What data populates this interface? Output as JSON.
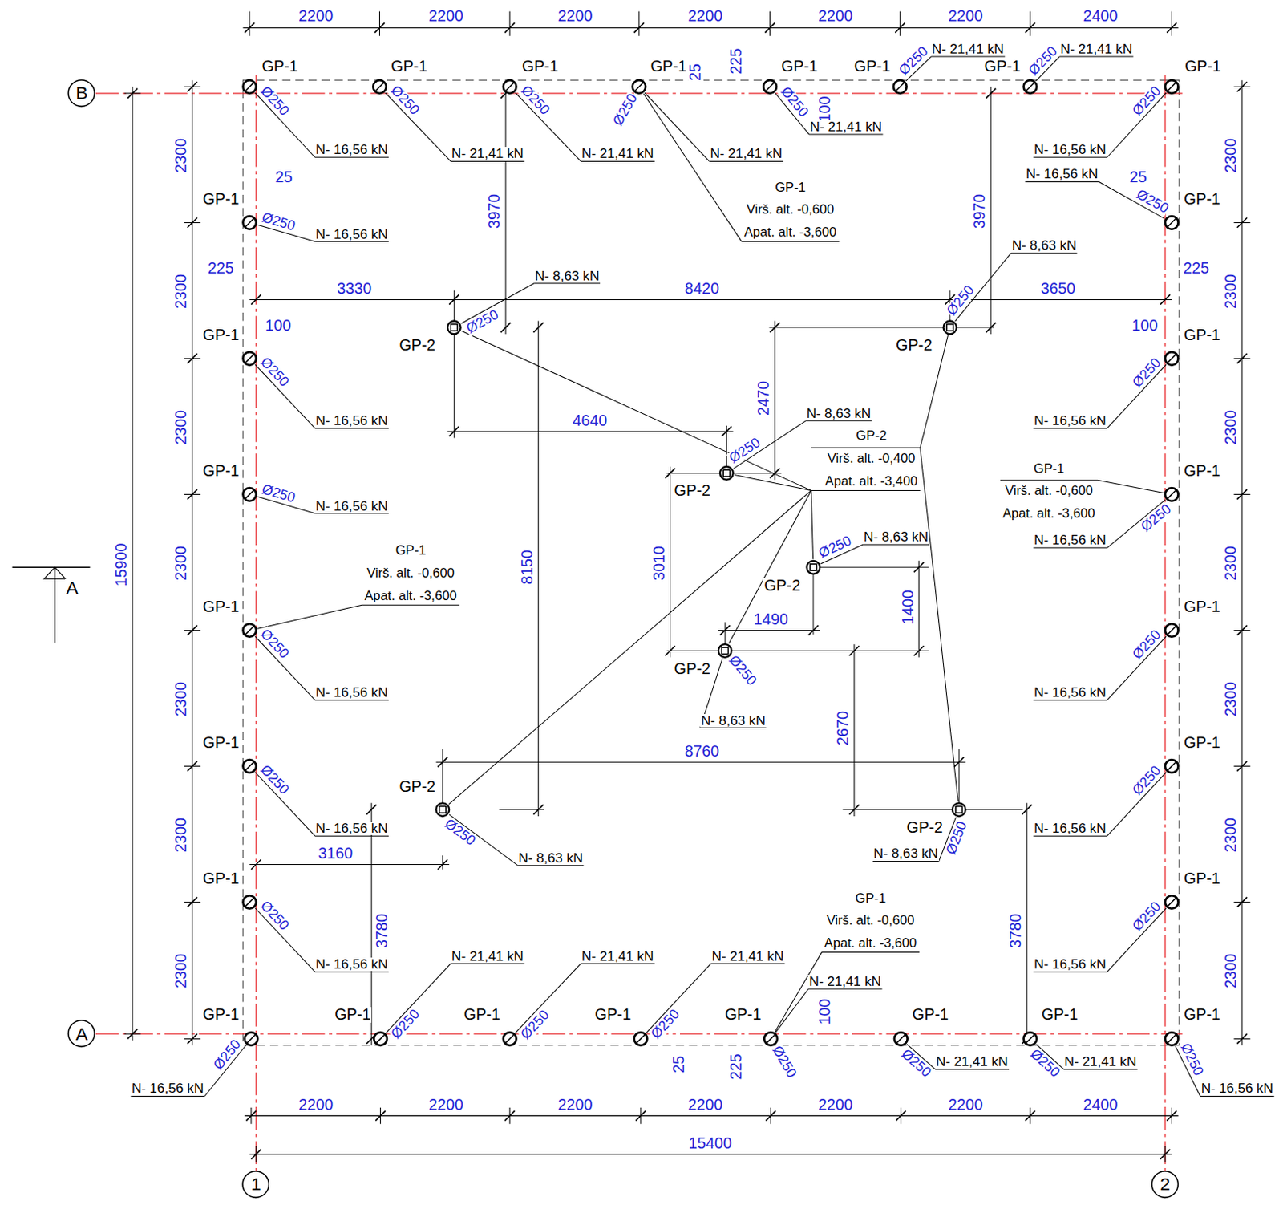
{
  "diagram": {
    "nodes": [
      {
        "text": [
          "B"
        ]
      },
      {
        "text": [
          "A"
        ]
      },
      {
        "text": [
          "1"
        ]
      },
      {
        "text": [
          "2"
        ]
      }
    ],
    "labels": [
      "2200",
      "2200",
      "2200",
      "2200",
      "2200",
      "2200",
      "2400",
      "2200",
      "2200",
      "2200",
      "2200",
      "2200",
      "2200",
      "2400",
      "15400",
      "2300",
      "2300",
      "2300",
      "2300",
      "2300",
      "2300",
      "2300",
      "2300",
      "2300",
      "2300",
      "2300",
      "2300",
      "2300",
      "2300",
      "15900",
      "25",
      "225",
      "100",
      "3330",
      "8420",
      "3650",
      "25",
      "225",
      "100",
      "3970",
      "3970",
      "225",
      "25",
      "100",
      "4640",
      "2470",
      "3010",
      "8150",
      "1490",
      "1400",
      "2670",
      "8760",
      "3160",
      "3780",
      "3780",
      "25",
      "100",
      "225",
      "GP-1",
      "GP-1",
      "GP-1",
      "GP-1",
      "GP-1",
      "GP-1",
      "GP-1",
      "GP-1",
      "GP-1",
      "GP-1",
      "GP-1",
      "GP-1",
      "GP-1",
      "GP-1",
      "GP-1",
      "GP-1",
      "GP-1",
      "GP-1",
      "GP-1",
      "GP-1",
      "GP-1",
      "GP-1",
      "GP-1",
      "GP-1",
      "GP-1",
      "GP-1",
      "GP-1",
      "GP-1",
      "GP-2",
      "GP-2",
      "GP-2",
      "GP-2",
      "GP-2",
      "GP-2",
      "GP-2",
      "Ø250",
      "Ø250",
      "Ø250",
      "Ø250",
      "Ø250",
      "Ø250",
      "Ø250",
      "Ø250",
      "Ø250",
      "Ø250",
      "Ø250",
      "Ø250",
      "Ø250",
      "Ø250",
      "Ø250",
      "Ø250",
      "Ø250",
      "Ø250",
      "Ø250",
      "Ø250",
      "Ø250",
      "Ø250",
      "Ø250",
      "Ø250",
      "Ø250",
      "Ø250",
      "Ø250",
      "Ø250",
      "Ø250",
      "Ø250",
      "Ø250",
      "Ø250",
      "Ø250",
      "Ø250",
      "Ø250",
      "N- 16,56 kN",
      "N- 16,56 kN",
      "N- 16,56 kN",
      "N- 16,56 kN",
      "N- 16,56 kN",
      "N- 16,56 kN",
      "N- 16,56 kN",
      "N- 21,41 kN",
      "N- 21,41 kN",
      "N- 21,41 kN",
      "N- 21,41 kN",
      "N- 21,41 kN",
      "N- 21,41 kN",
      "N- 16,56 kN",
      "N- 16,56 kN",
      "N- 16,56 kN",
      "N- 16,56 kN",
      "N- 16,56 kN",
      "N- 16,56 kN",
      "N- 16,56 kN",
      "N- 16,56 kN",
      "N- 21,41 kN",
      "N- 21,41 kN",
      "N- 21,41 kN",
      "N- 21,41 kN",
      "N- 21,41 kN",
      "N- 21,41 kN",
      "N- 16,56 kN",
      "N- 8,63 kN",
      "N- 8,63 kN",
      "N- 8,63 kN",
      "N- 8,63 kN",
      "N- 8,63 kN",
      "N- 8,63 kN",
      "N- 8,63 kN",
      "GP-1",
      "Virš. alt. -0,600",
      "Apat. alt. -3,600",
      "GP-2",
      "Virš. alt. -0,400",
      "Apat. alt. -3,400",
      "GP-1",
      "Virš. alt. -0,600",
      "Apat. alt. -3,600",
      "GP-1",
      "Virš. alt. -0,600",
      "Apat. alt. -3,600",
      "GP-1",
      "Virš. alt. -0,600",
      "Apat. alt. -3,600",
      "A"
    ]
  }
}
